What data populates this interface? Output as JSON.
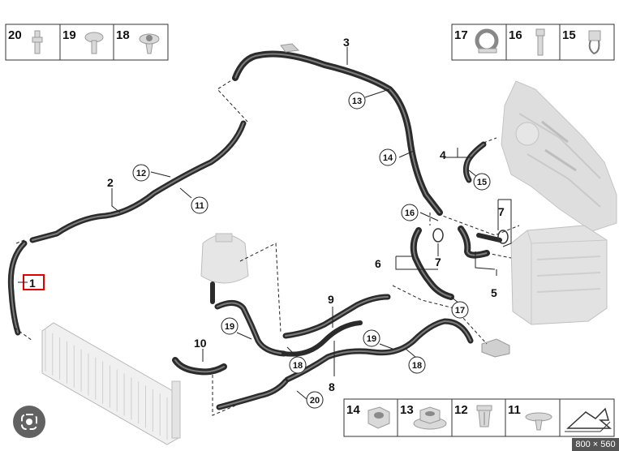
{
  "labels": {
    "p1": "1",
    "p2": "2",
    "p3": "3",
    "p4": "4",
    "p5": "5",
    "p6": "6",
    "p7a": "7",
    "p7b": "7",
    "p8": "8",
    "p9": "9",
    "p10": "10"
  },
  "callouts": {
    "c11": "11",
    "c12": "12",
    "c13": "13",
    "c14": "14",
    "c15": "15",
    "c16": "16",
    "c17": "17",
    "c18a": "18",
    "c18b": "18",
    "c19a": "19",
    "c19b": "19",
    "c20": "20"
  },
  "legend_top_left": [
    {
      "num": "20",
      "icon": "fitting-icon"
    },
    {
      "num": "19",
      "icon": "screw-icon"
    },
    {
      "num": "18",
      "icon": "clip-icon"
    }
  ],
  "legend_top_right": [
    {
      "num": "17",
      "icon": "hose-clamp-icon"
    },
    {
      "num": "16",
      "icon": "bolt-icon"
    },
    {
      "num": "15",
      "icon": "cable-clip-icon"
    }
  ],
  "legend_bottom": [
    {
      "num": "14",
      "icon": "hex-nut-icon"
    },
    {
      "num": "13",
      "icon": "flange-nut-icon"
    },
    {
      "num": "12",
      "icon": "expanding-nut-icon"
    },
    {
      "num": "11",
      "icon": "push-clip-icon"
    }
  ],
  "zoom_badge": "800 × 560",
  "colors": {
    "hose": "#2b2b2b",
    "part": "#d9d9d9",
    "highlight": "#e00000"
  }
}
